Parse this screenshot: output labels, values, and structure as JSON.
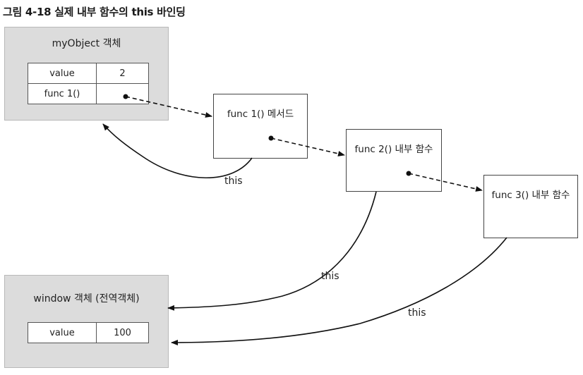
{
  "figure": {
    "title": "그림 4-18 실제 내부 함수의 this 바인딩"
  },
  "myObject": {
    "heading": "myObject 객체",
    "rows": [
      {
        "key": "value",
        "val": "2"
      },
      {
        "key": "func 1()",
        "val": ""
      }
    ]
  },
  "windowObj": {
    "heading": "window 객체 (전역객체)",
    "rows": [
      {
        "key": "value",
        "val": "100"
      }
    ]
  },
  "funcs": {
    "f1": "func 1() 메서드",
    "f2": "func 2() 내부 함수",
    "f3": "func 3() 내부 함수"
  },
  "edges": {
    "this1": "this",
    "this2": "this",
    "this3": "this"
  }
}
